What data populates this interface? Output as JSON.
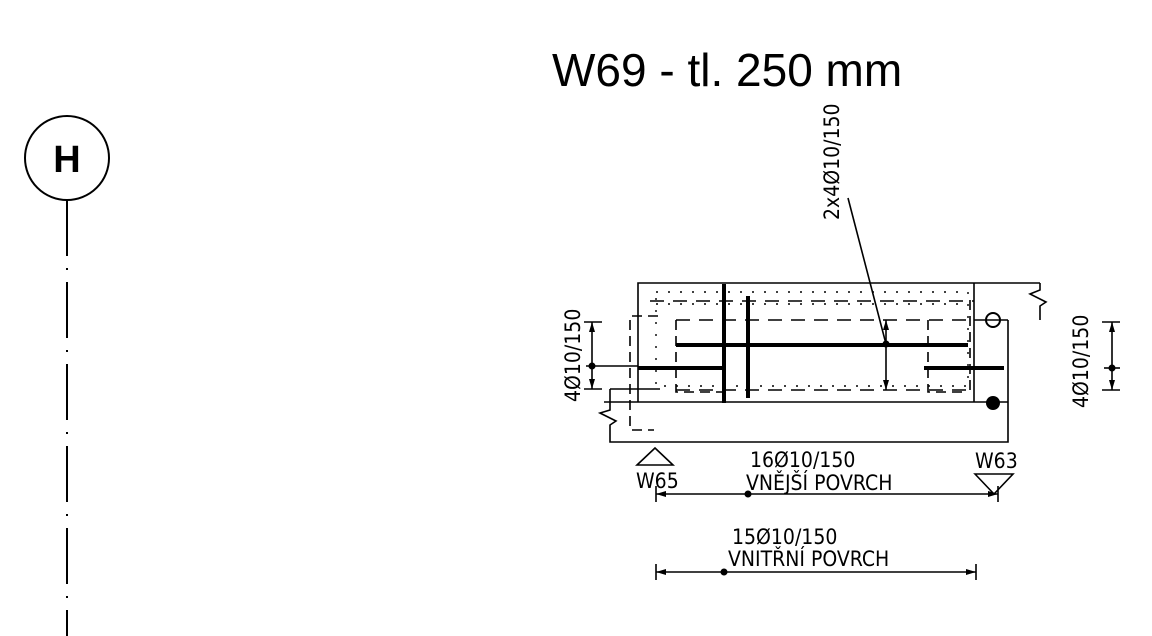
{
  "title": "W69 - tl. 250 mm",
  "axis_marker": {
    "label": "H"
  },
  "labels": {
    "top_rebar": "2x4Ø10/150",
    "left_rebar": "4Ø10/150",
    "right_rebar": "4Ø10/150",
    "outer_rebar": "16Ø10/150",
    "outer_surface": "VNĚJŠÍ POVRCH",
    "inner_rebar": "15Ø10/150",
    "inner_surface": "VNITŘNÍ POVRCH",
    "ref_left": "W65",
    "ref_right": "W63"
  }
}
